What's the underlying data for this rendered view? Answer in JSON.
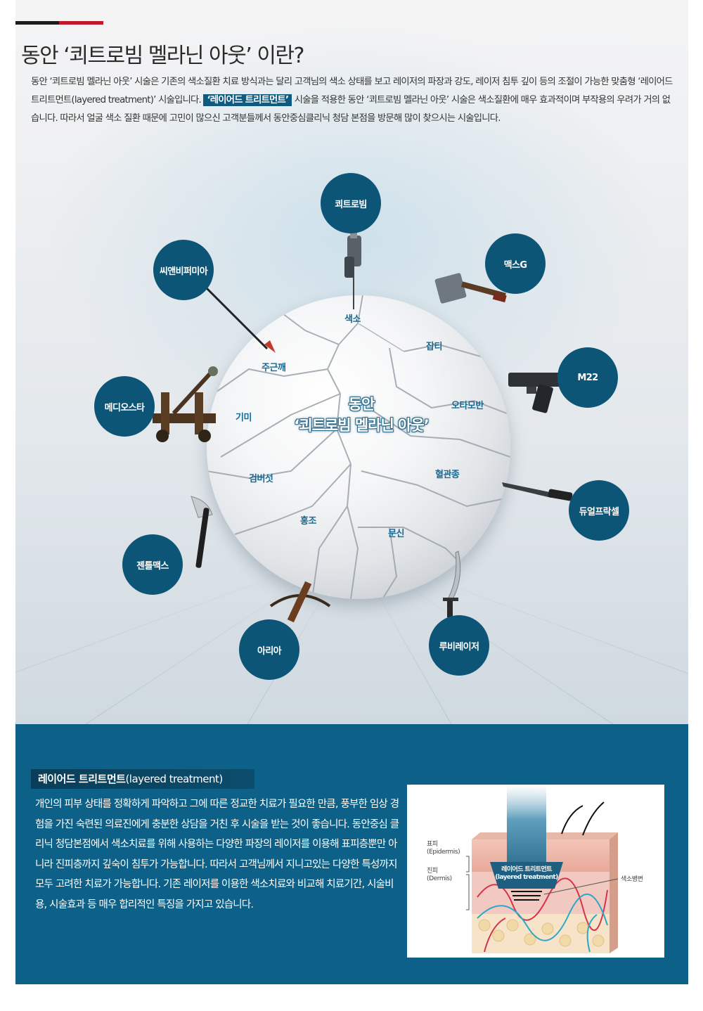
{
  "title": "동안 ‘쾨트로빔 멜라닌 아웃’ 이란?",
  "intro": {
    "before": "동안 ‘쾨트로빔 멜라닌 아웃’ 시술은 기존의 색소질환 치료 방식과는 달리 고객님의 색소 상태를 보고 레이저의 파장과 강도, 레이저 침투 깊이 등의 조절이 가능한 맞춤형 ‘레이어드 트리트먼트(layered treatment)’ 시술입니다. ",
    "highlight": "‘레이어드 트리트먼트’",
    "after": " 시술을 적용한 동안 ‘쾨트로빔 멜라닌 아웃’ 시술은 색소질환에 매우 효과적이며 부작용의 우려가 거의 없습니다. 따라서 얼굴 색소 질환 때문에 고민이 많으신 고객분들께서 동안중심클리닉 청담 본점을 방문해 많이 찾으시는 시술입니다."
  },
  "sphere": {
    "title_line1": "동안",
    "title_line2": "‘쾨트로빔 멜라닌 아웃’",
    "conditions": [
      "색소",
      "잡티",
      "주근깨",
      "기미",
      "오타모반",
      "검버섯",
      "혈관종",
      "홍조",
      "문신"
    ]
  },
  "lasers": [
    "쾨트로빔",
    "맥스G",
    "M22",
    "듀얼프락셀",
    "루비레이저",
    "아리아",
    "젠틀맥스",
    "메디오스타",
    "씨앤비퍼미아"
  ],
  "layered": {
    "label_ko": "레이어드 트리트먼트",
    "label_en": "(layered treatment)",
    "body": "개인의 피부 상태를 정확하게 파악하고 그에 따른 정교한 치료가 필요한 만큼, 풍부한 임상 경험을 가진 숙련된 의료진에게 충분한  상담을 거친 후 시술을 받는 것이 좋습니다. 동안중심 클리닉 청담본점에서 색소치료를 위해 사용하는 다양한 파장의 레이저를 이용해 표피층뿐만 아니라 진피층까지 깊숙이 침투가 가능합니다. 따라서 고객님께서 지니고있는 다양한 특성까지 모두 고려한 치료가 가능합니다. 기존 레이저를 이용한 색소치료와 비교해  치료기간, 시술비용, 시술효과 등 매우 합리적인 특징을 가지고 있습니다."
  },
  "diagram": {
    "epidermis_ko": "표피",
    "epidermis_en": "(Epidermis)",
    "dermis_ko": "진피",
    "dermis_en": "(Dermis)",
    "beam_ko": "레이어드 트리트먼트",
    "beam_en": "(layered treatment)",
    "lesion": "색소병변"
  },
  "colors": {
    "circle": "#0d5576",
    "accent_red": "#c2182b",
    "bottom_bg": "#0d6189",
    "condition_text": "#166a94"
  }
}
